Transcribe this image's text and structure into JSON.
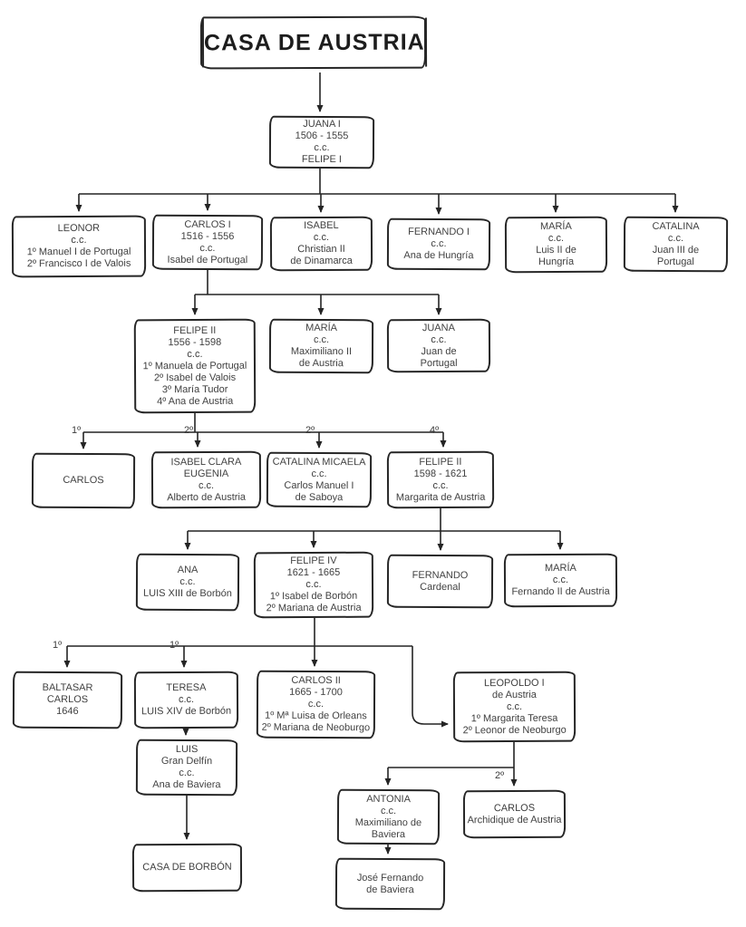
{
  "title": {
    "text": "CASA DE AUSTRIA"
  },
  "nodes": {
    "juana1": {
      "lines": [
        "JUANA I",
        "1506 - 1555",
        "c.c.",
        "FELIPE I"
      ]
    },
    "leonor": {
      "lines": [
        "LEONOR",
        "c.c.",
        "1º Manuel I de Portugal",
        "2º Francisco I de Valois"
      ]
    },
    "carlos1": {
      "lines": [
        "CARLOS I",
        "1516 - 1556",
        "c.c.",
        "Isabel de Portugal"
      ]
    },
    "isabel": {
      "lines": [
        "ISABEL",
        "c.c.",
        "Christian II",
        "de Dinamarca"
      ]
    },
    "fernando1": {
      "lines": [
        "FERNANDO I",
        "c.c.",
        "Ana de Hungría"
      ]
    },
    "maria_hungria": {
      "lines": [
        "MARÍA",
        "c.c.",
        "Luis II de",
        "Hungría"
      ]
    },
    "catalina": {
      "lines": [
        "CATALINA",
        "c.c.",
        "Juan III de",
        "Portugal"
      ]
    },
    "felipe2": {
      "lines": [
        "FELIPE II",
        "1556 - 1598",
        "c.c.",
        "1º Manuela de Portugal",
        "2º Isabel de Valois",
        "3º María Tudor",
        "4º Ana de Austria"
      ]
    },
    "maria_austria": {
      "lines": [
        "MARÍA",
        "c.c.",
        "Maximiliano II",
        "de Austria"
      ]
    },
    "juana_portugal": {
      "lines": [
        "JUANA",
        "c.c.",
        "Juan de",
        "Portugal"
      ]
    },
    "carlos_principe": {
      "lines": [
        "CARLOS"
      ]
    },
    "isabel_clara": {
      "lines": [
        "ISABEL CLARA",
        "EUGENIA",
        "c.c.",
        "Alberto de Austria"
      ]
    },
    "catalina_micaela": {
      "lines": [
        "CATALINA MICAELA",
        "c.c.",
        "Carlos Manuel I",
        "de Saboya"
      ]
    },
    "felipe3": {
      "lines": [
        "FELIPE II",
        "1598 - 1621",
        "c.c.",
        "Margarita de Austria"
      ]
    },
    "ana": {
      "lines": [
        "ANA",
        "c.c.",
        "LUIS XIII de Borbón"
      ]
    },
    "felipe4": {
      "lines": [
        "FELIPE IV",
        "1621 - 1665",
        "c.c.",
        "1º Isabel de Borbón",
        "2º Mariana de Austria"
      ]
    },
    "fernando_cardenal": {
      "lines": [
        "FERNANDO",
        "Cardenal"
      ]
    },
    "maria_fernando": {
      "lines": [
        "MARÍA",
        "c.c.",
        "Fernando II de Austria"
      ]
    },
    "baltasar": {
      "lines": [
        "BALTASAR",
        "CARLOS",
        "1646"
      ]
    },
    "teresa": {
      "lines": [
        "TERESA",
        "c.c.",
        "LUIS XIV de Borbón"
      ]
    },
    "carlos2": {
      "lines": [
        "CARLOS II",
        "1665 - 1700",
        "c.c.",
        "1º Mª Luisa de Orleans",
        "2º Mariana de Neoburgo"
      ]
    },
    "leopoldo": {
      "lines": [
        "LEOPOLDO I",
        "de Austria",
        "c.c.",
        "1º Margarita Teresa",
        "2º Leonor de Neoburgo"
      ]
    },
    "luis": {
      "lines": [
        "LUIS",
        "Gran Delfín",
        "c.c.",
        "Ana de Baviera"
      ]
    },
    "casa_borbon": {
      "lines": [
        "CASA DE BORBÓN"
      ]
    },
    "antonia": {
      "lines": [
        "ANTONIA",
        "c.c.",
        "Maximiliano de",
        "Baviera"
      ]
    },
    "carlos_arch": {
      "lines": [
        "CARLOS",
        "Archidique de Austria"
      ]
    },
    "jose_fernando": {
      "lines": [
        "José Fernando",
        "de Baviera"
      ]
    }
  },
  "edge_labels": {
    "felipe2_child1": "1º",
    "felipe2_child2": "2º",
    "felipe2_child3": "2º",
    "felipe2_child4": "4º",
    "felipe4_child1": "1º",
    "felipe4_child2": "1º",
    "leopoldo_child2": "2º"
  },
  "colors": {
    "stroke": "#242424",
    "text": "#404040",
    "background": "#ffffff"
  }
}
